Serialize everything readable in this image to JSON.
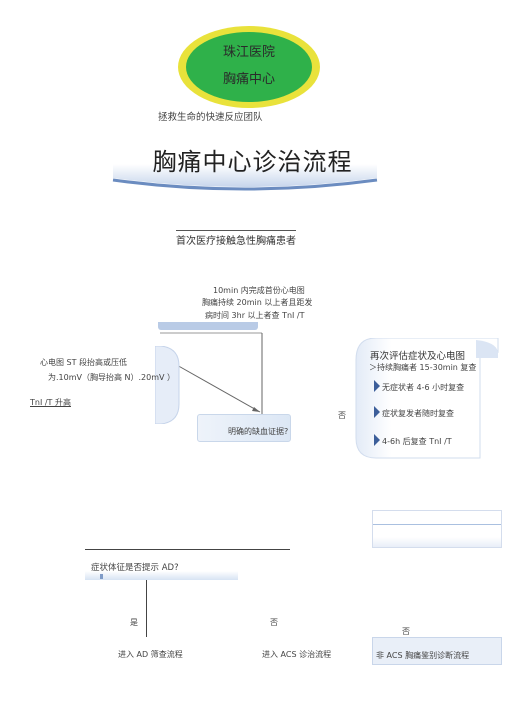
{
  "logo": {
    "line1": "珠江医院",
    "line2": "胸痛中心"
  },
  "subtitle": "拯救生命的快速反应团队",
  "title": "胸痛中心诊治流程",
  "first_contact": "首次医疗接触急性胸痛患者",
  "ecg": {
    "line1": "10min 内完成首份心电图",
    "line2": "胸痛持续 20min 以上者且距发",
    "line3": "病时间 3hr 以上者查 TnI /T"
  },
  "st": {
    "line1": "心电图 ST 段抬高或压低",
    "line2": "为.10mV（胸导抬高 N）.20mV ）",
    "line3": "TnI /T 升高"
  },
  "evidence": "明确的缺血证据?",
  "reassess": {
    "title": "再次评估症状及心电图",
    "item1": "＞持续胸痛者 15-30min 复查",
    "item2": "无症状者 4-6 小时复查",
    "item3": "症状复发者随时复查",
    "item4": "4-6h 后复查 TnI /T"
  },
  "no1": "否",
  "ad_question": "症状体征是否提示 AD?",
  "yes": "是",
  "no2": "否",
  "no3": "否",
  "ad_flow": "进入 AD 筛查流程",
  "acs_flow": "进入 ACS 诊治流程",
  "non_acs_flow": "非 ACS 胸痛鉴别诊断流程"
}
